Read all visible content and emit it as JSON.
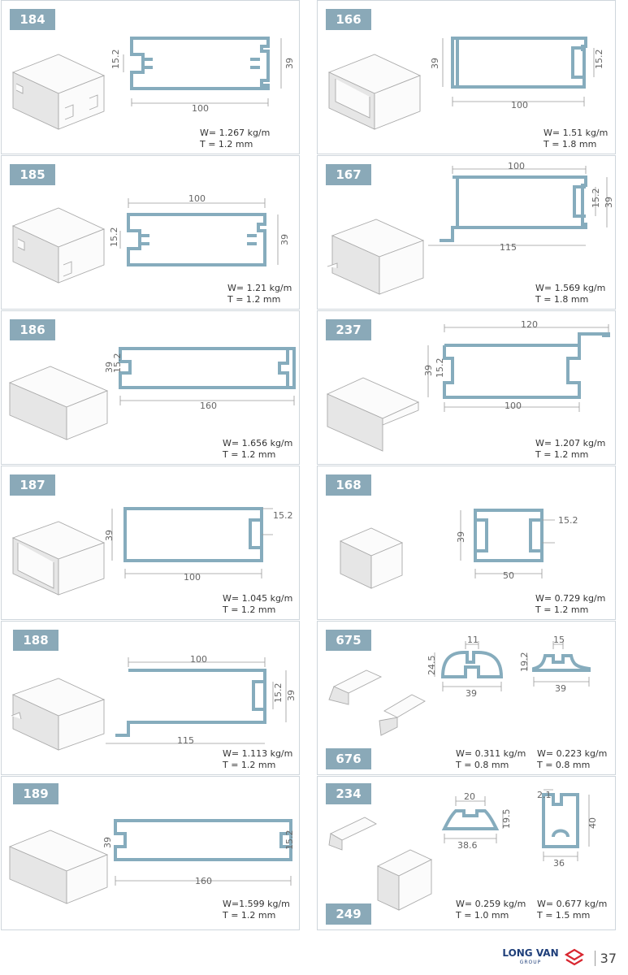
{
  "cells": [
    {
      "id": "c184",
      "codes": [
        "184"
      ],
      "dims": [
        "15.2",
        "39",
        "100"
      ],
      "specs": [
        "W= 1.267 kg/m\nT = 1.2 mm"
      ]
    },
    {
      "id": "c166",
      "codes": [
        "166"
      ],
      "dims": [
        "39",
        "15.2",
        "100"
      ],
      "specs": [
        "W= 1.51 kg/m\nT = 1.8 mm"
      ]
    },
    {
      "id": "c185",
      "codes": [
        "185"
      ],
      "dims": [
        "100",
        "15.2",
        "39"
      ],
      "specs": [
        "W= 1.21 kg/m\nT = 1.2 mm"
      ]
    },
    {
      "id": "c167",
      "codes": [
        "167"
      ],
      "dims": [
        "100",
        "15.2",
        "39",
        "115"
      ],
      "specs": [
        "W= 1.569 kg/m\nT = 1.8 mm"
      ]
    },
    {
      "id": "c186",
      "codes": [
        "186"
      ],
      "dims": [
        "39",
        "15.2",
        "160"
      ],
      "specs": [
        "W= 1.656 kg/m\nT = 1.2 mm"
      ]
    },
    {
      "id": "c237",
      "codes": [
        "237"
      ],
      "dims": [
        "120",
        "39",
        "15.2",
        "100"
      ],
      "specs": [
        "W= 1.207 kg/m\nT = 1.2 mm"
      ]
    },
    {
      "id": "c187",
      "codes": [
        "187"
      ],
      "dims": [
        "39",
        "15.2",
        "100"
      ],
      "specs": [
        "W= 1.045 kg/m\nT = 1.2 mm"
      ]
    },
    {
      "id": "c168",
      "codes": [
        "168"
      ],
      "dims": [
        "39",
        "15.2",
        "50"
      ],
      "specs": [
        "W= 0.729 kg/m\nT = 1.2 mm"
      ]
    },
    {
      "id": "c188",
      "codes": [
        "188"
      ],
      "dims": [
        "100",
        "15.2",
        "39",
        "115"
      ],
      "specs": [
        "W= 1.113 kg/m\nT = 1.2 mm"
      ]
    },
    {
      "id": "c675",
      "codes": [
        "675",
        "676"
      ],
      "dims": [
        "11",
        "24.5",
        "39",
        "15",
        "19.2",
        "39"
      ],
      "specs": [
        "W= 0.311 kg/m\nT = 0.8 mm",
        "W= 0.223 kg/m\nT = 0.8 mm"
      ]
    },
    {
      "id": "c189",
      "codes": [
        "189"
      ],
      "dims": [
        "39",
        "15.2",
        "160"
      ],
      "specs": [
        "W=1.599 kg/m\nT = 1.2 mm"
      ]
    },
    {
      "id": "c234",
      "codes": [
        "234",
        "249"
      ],
      "dims": [
        "20",
        "19.5",
        "38.6",
        "2.1",
        "40",
        "36"
      ],
      "specs": [
        "W= 0.259 kg/m\nT = 1.0 mm",
        "W= 0.677 kg/m\nT = 1.5 mm"
      ]
    }
  ],
  "footer": {
    "brand": "LONG VAN",
    "sub": "GROUP",
    "page": "37"
  },
  "colors": {
    "tag": "#8aa9b8",
    "profile": "#86acbd",
    "brand": "#1f3f7a"
  }
}
